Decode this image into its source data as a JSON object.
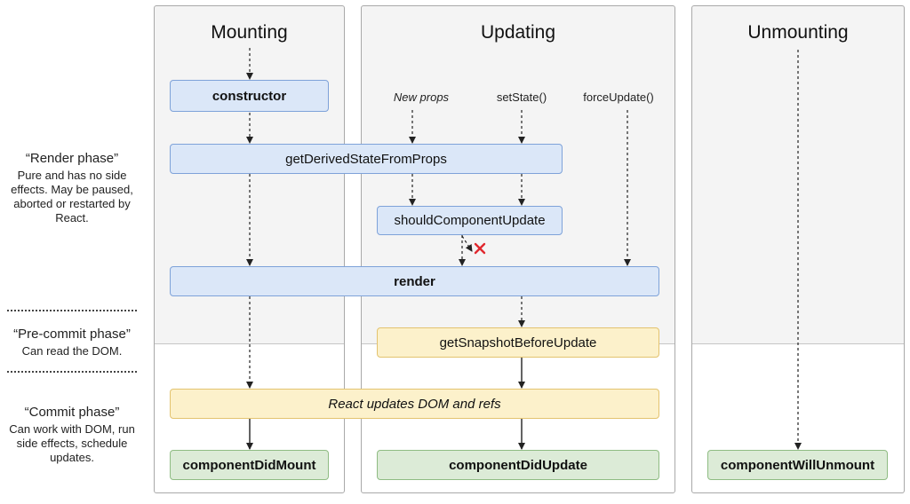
{
  "columns": {
    "mounting": "Mounting",
    "updating": "Updating",
    "unmounting": "Unmounting"
  },
  "phases": {
    "render": {
      "title": "“Render phase”",
      "description": "Pure and has no side effects. May be paused, aborted or restarted by React."
    },
    "precommit": {
      "title": "“Pre-commit phase”",
      "description": "Can read the DOM."
    },
    "commit": {
      "title": "“Commit phase”",
      "description": "Can work with DOM, run side effects, schedule updates."
    }
  },
  "triggers": {
    "new_props": "New props",
    "set_state": "setState()",
    "force_update": "forceUpdate()"
  },
  "methods": {
    "constructor": "constructor",
    "get_derived_state": "getDerivedStateFromProps",
    "should_update": "shouldComponentUpdate",
    "render": "render",
    "get_snapshot": "getSnapshotBeforeUpdate",
    "dom_updates": "React updates DOM and refs",
    "did_mount": "componentDidMount",
    "did_update": "componentDidUpdate",
    "will_unmount": "componentWillUnmount"
  },
  "colors": {
    "render_boxes": "#dbe7f8",
    "precommit_commit_boxes": "#fcf1cb",
    "lifecycle_done_boxes": "#dcebd7",
    "skip_marker": "#e0282e"
  },
  "icons": {
    "skip": "cross-mark"
  }
}
